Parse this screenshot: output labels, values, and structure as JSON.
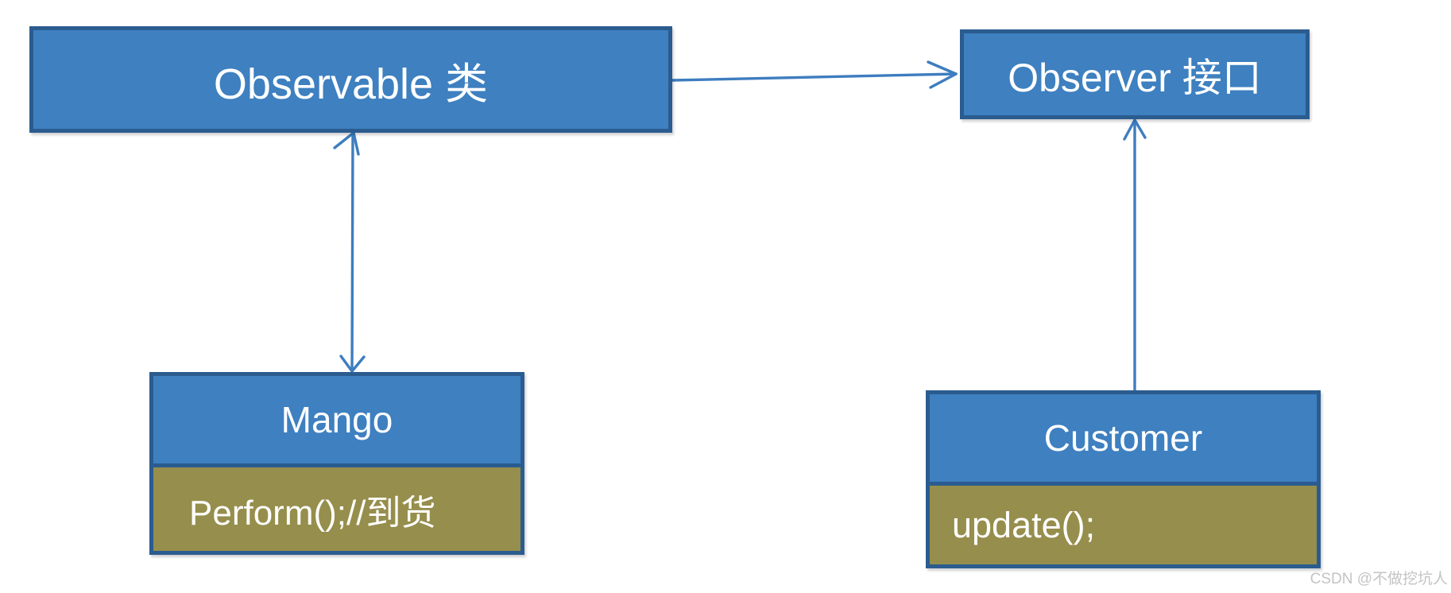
{
  "diagram": {
    "observable": {
      "label": "Observable 类"
    },
    "observer": {
      "label": "Observer 接口"
    },
    "mango": {
      "title": "Mango",
      "method": "Perform();//到货"
    },
    "customer": {
      "title": "Customer",
      "method": "update();"
    },
    "edges": [
      {
        "from": "Observable 类",
        "to": "Observer 接口",
        "type": "arrow"
      },
      {
        "from": "Observable 类",
        "to": "Mango",
        "type": "double-arrow"
      },
      {
        "from": "Customer",
        "to": "Observer 接口",
        "type": "arrow"
      }
    ]
  },
  "watermark": "CSDN @不做挖坑人",
  "colors": {
    "box_fill": "#3e80c0",
    "box_border": "#2b5c8f",
    "method_fill": "#968e4c",
    "arrow": "#3e7dbf",
    "text": "#ffffff",
    "watermark": "#c4c4c4"
  }
}
